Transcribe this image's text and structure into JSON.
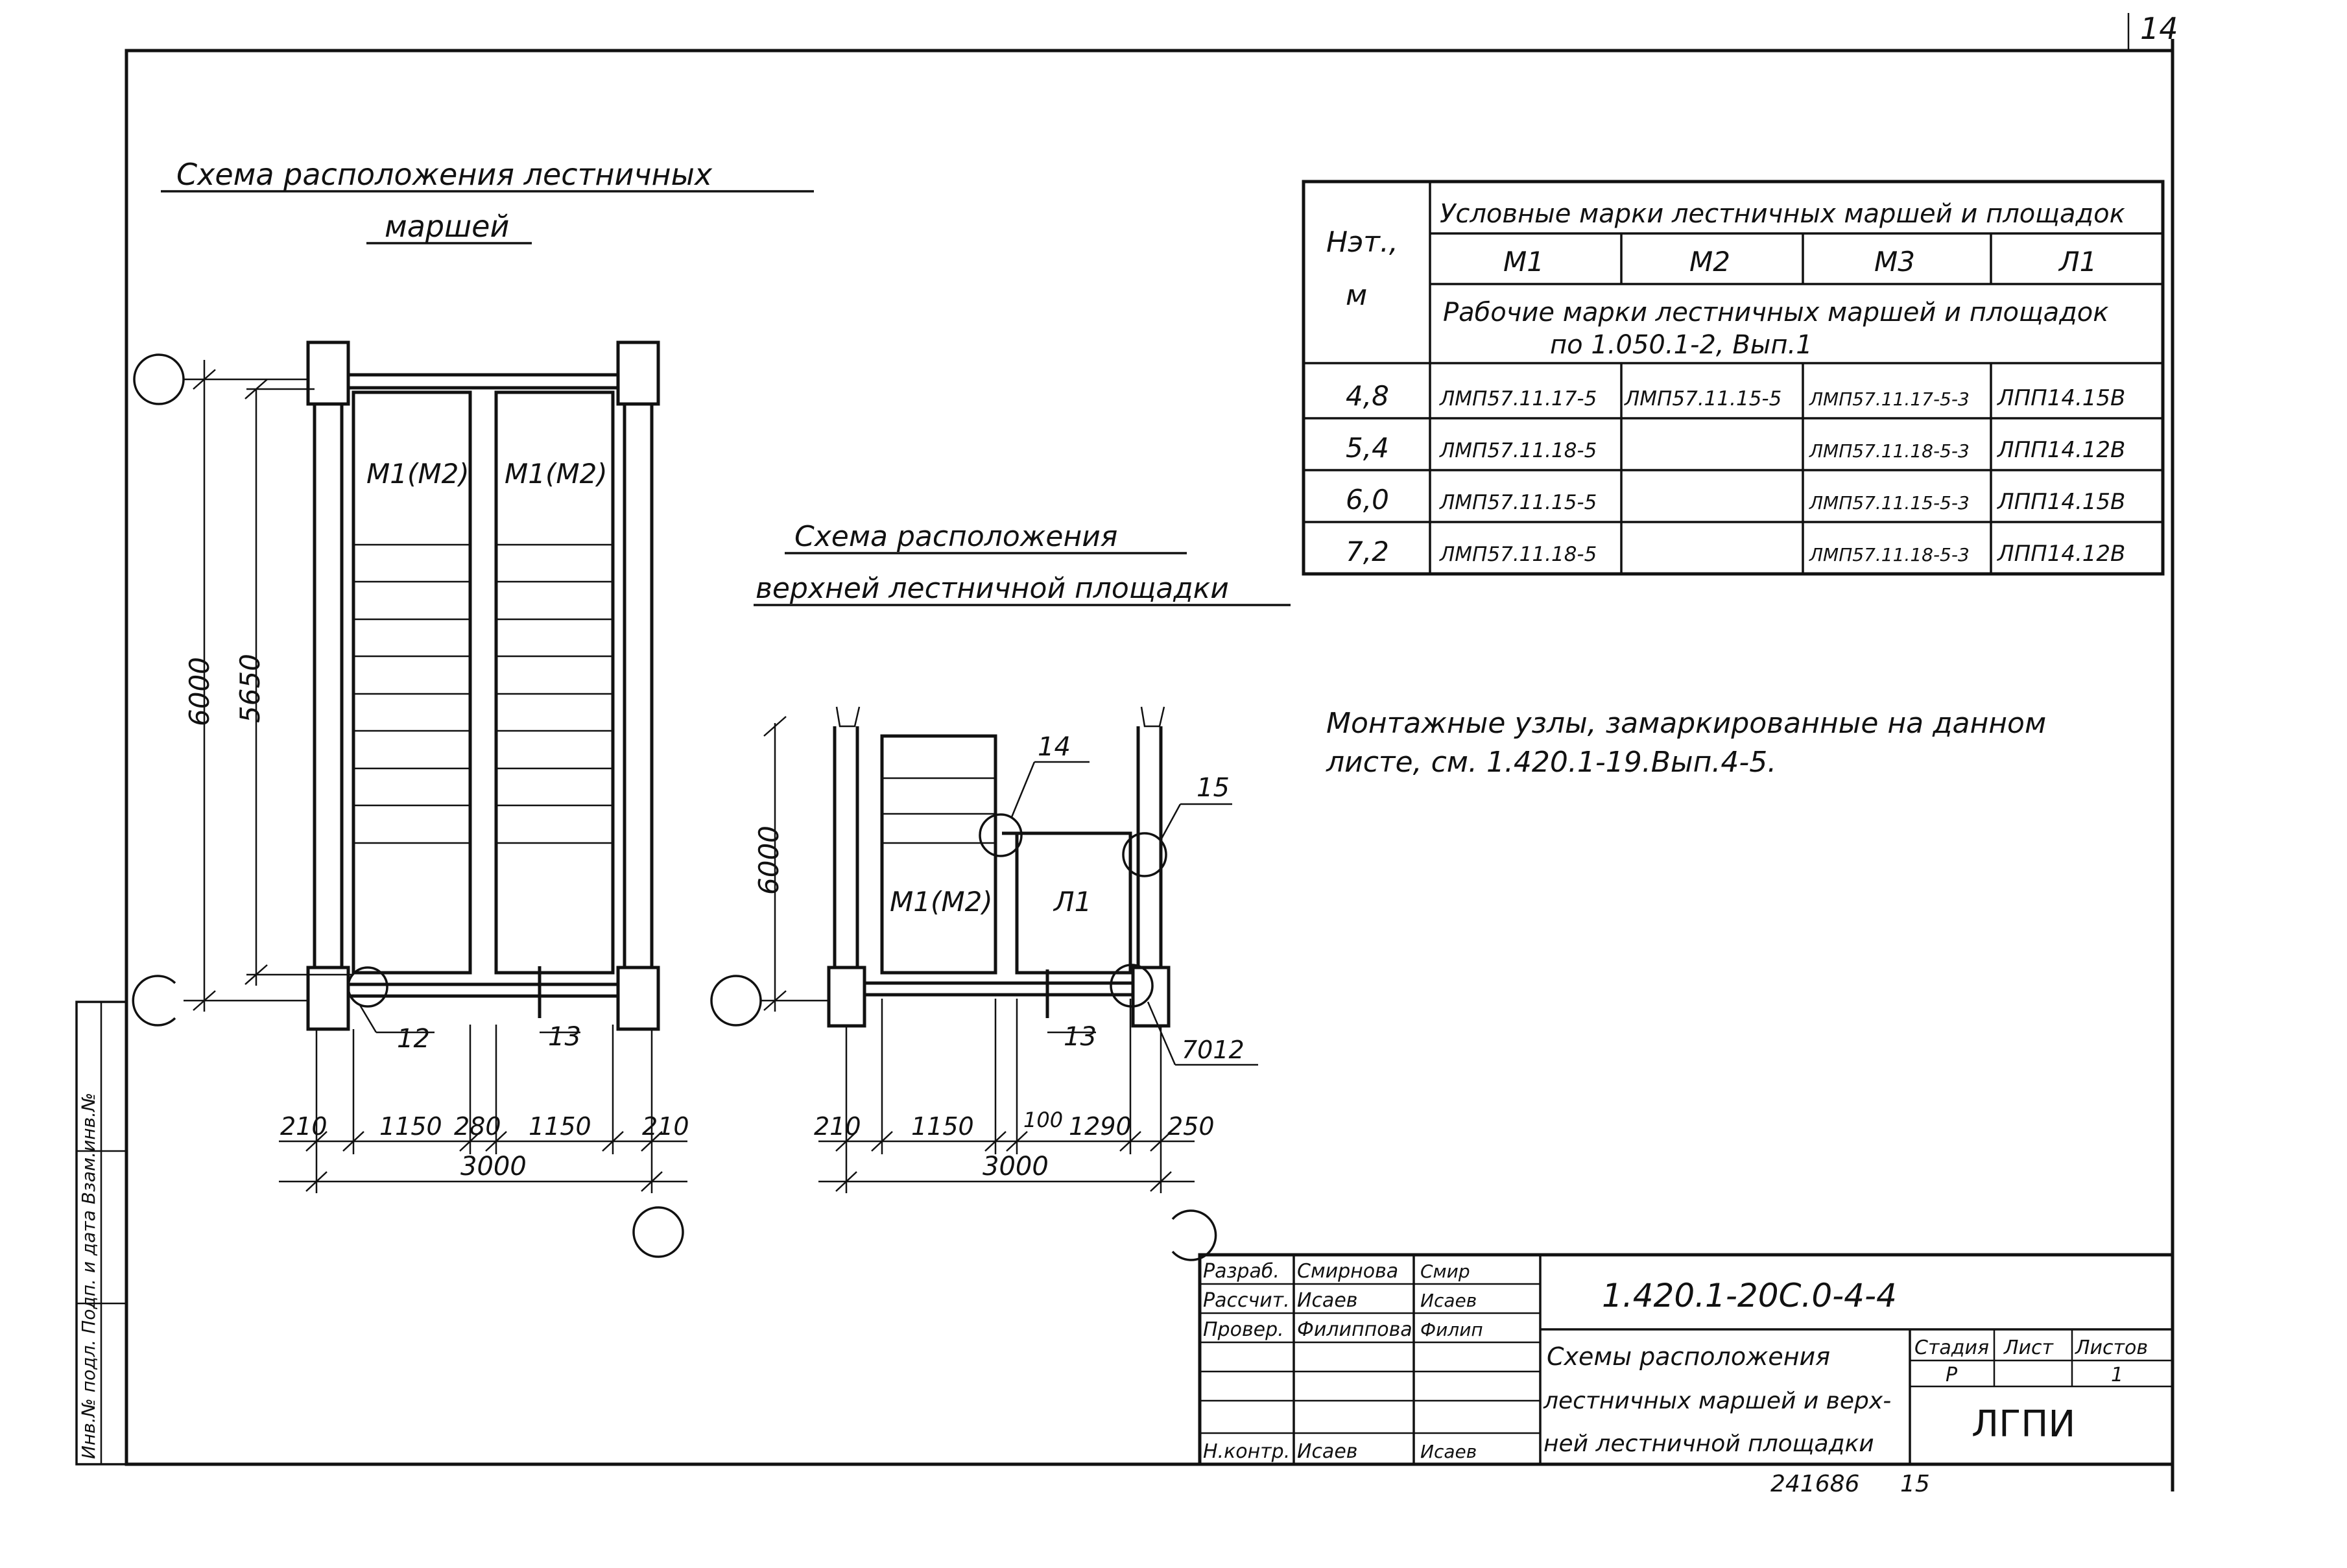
{
  "sheet": {
    "page_number": "14",
    "stamp_number": "241686",
    "stamp_page": "15",
    "side_stamp": "Инв.№ подл. Подп. и дата Взам.инв.№"
  },
  "headings": {
    "left_line1": "Схема расположения лестничных",
    "left_line2": "маршей",
    "middle_line1": "Схема расположения",
    "middle_line2": "верхней лестничной площадки"
  },
  "table": {
    "h_floor_line1": "Нэт.,",
    "h_floor_line2": "м",
    "h_conventional": "Условные марки лестничных маршей и площадок",
    "h_working_line1": "Рабочие марки лестничных маршей и площадок",
    "h_working_line2": "по 1.050.1-2, Вып.1",
    "col_marks": [
      "М1",
      "М2",
      "М3",
      "Л1"
    ],
    "rows": [
      {
        "h": "4,8",
        "m1": "ЛМП57.11.17-5",
        "m2": "ЛМП57.11.15-5",
        "m3": "ЛМП57.11.17-5-3",
        "l1": "ЛПП14.15В"
      },
      {
        "h": "5,4",
        "m1": "ЛМП57.11.18-5",
        "m2": "",
        "m3": "ЛМП57.11.18-5-3",
        "l1": "ЛПП14.12В"
      },
      {
        "h": "6,0",
        "m1": "ЛМП57.11.15-5",
        "m2": "",
        "m3": "ЛМП57.11.15-5-3",
        "l1": "ЛПП14.15В"
      },
      {
        "h": "7,2",
        "m1": "ЛМП57.11.18-5",
        "m2": "",
        "m3": "ЛМП57.11.18-5-3",
        "l1": "ЛПП14.12В"
      }
    ]
  },
  "note": {
    "line1": "Монтажные узлы, замаркированные на данном",
    "line2": "листе, см. 1.420.1-19.Вып.4-5."
  },
  "plan_left": {
    "flight_a": "М1(М2)",
    "flight_b": "М1(М2)",
    "dim_height": "6000",
    "dim_flight": "5650",
    "node_a": "12",
    "node_b": "13",
    "dims_bottom": [
      "210",
      "1150",
      "280",
      "1150",
      "210"
    ],
    "dim_total": "3000"
  },
  "plan_right": {
    "flight": "М1(М2)",
    "landing": "Л1",
    "dim_height": "6000",
    "node_a": "14",
    "node_b": "15",
    "node_c": "13",
    "node_d": "7012",
    "dims_bottom": [
      "210",
      "1150",
      "100",
      "1290",
      "250"
    ],
    "dim_total": "3000"
  },
  "title_block": {
    "roles": [
      "Разраб.",
      "Рассчит.",
      "Провер.",
      "",
      "",
      "",
      "Н.контр."
    ],
    "names": [
      "Смирнова",
      "Исаев",
      "Филиппова",
      "",
      "",
      "",
      "Исаев"
    ],
    "signatures": [
      "Смир",
      "Исаев",
      "Филип",
      "",
      "",
      "",
      "Исаев"
    ],
    "designation": "1.420.1-20С.0-4-4",
    "title_line1": "Схемы расположения",
    "title_line2": "лестничных маршей и верх-",
    "title_line3": "ней лестничной площадки",
    "h_stage": "Стадия",
    "h_sheet": "Лист",
    "h_sheets": "Листов",
    "stage": "Р",
    "sheet_no": "",
    "sheets_total": "1",
    "org": "ЛГПИ"
  }
}
